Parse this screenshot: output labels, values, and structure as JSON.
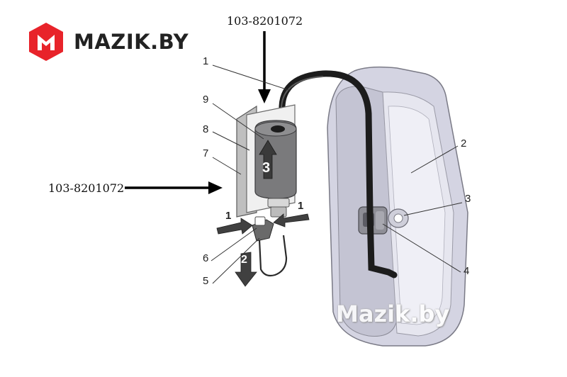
{
  "brand": {
    "logo_text": "MAZIK.BY",
    "logo_color": "#e8232a",
    "watermark": "Mazik.by"
  },
  "part_codes": {
    "top": "103-8201072",
    "left": "103-8201072"
  },
  "callouts": {
    "c1": "1",
    "c2": "2",
    "c3": "3",
    "c4": "4",
    "c5": "5",
    "c6": "6",
    "c7": "7",
    "c8": "8",
    "c9": "9"
  },
  "direction_arrows": {
    "push_left": "1",
    "push_right": "1",
    "pull_down": "2",
    "slide_up": "3"
  },
  "colors": {
    "accent": "#e8232a",
    "mirror_body": "#d9d9e6",
    "mirror_glass": "#ececf4",
    "cable": "#1c1c1c",
    "cover": "#7a7a7c"
  },
  "icons": [
    "logo-m-icon"
  ]
}
